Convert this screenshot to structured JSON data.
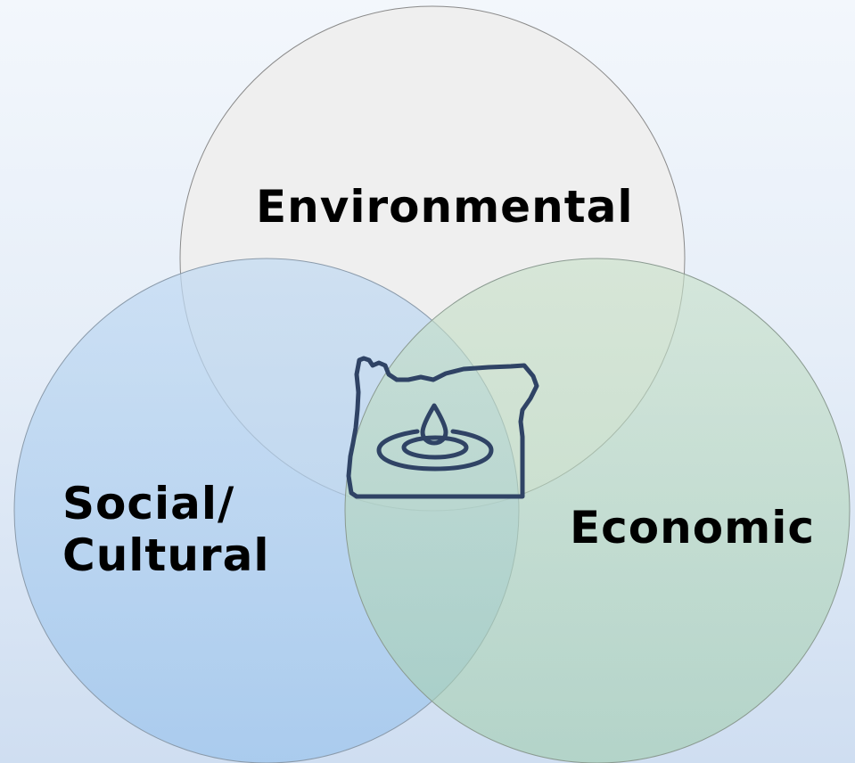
{
  "diagram": {
    "circles": [
      {
        "id": "environmental",
        "label": "Environmental",
        "fill": "#efefef"
      },
      {
        "id": "social",
        "label_lines": [
          "Social/",
          "Cultural"
        ],
        "fill": "#a8cbee"
      },
      {
        "id": "economic",
        "label": "Economic",
        "fill": "#a9d2b1"
      }
    ],
    "center_icon": "oregon-water-drop-icon",
    "icon_color": "#2f4365"
  }
}
